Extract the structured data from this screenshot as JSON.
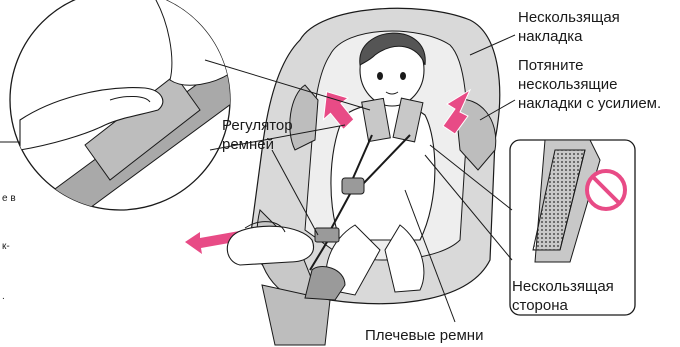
{
  "labels": {
    "nonslip_pad": [
      "Нескользящая",
      "накладка"
    ],
    "pull_pads": [
      "Потяните",
      "нескользящие",
      "накладки с усилием."
    ],
    "belt_adjuster": [
      "Регулятор",
      "ремней"
    ],
    "nonslip_side": [
      "Нескользящая",
      "сторона"
    ],
    "shoulder_belts": "Плечевые ремни"
  },
  "edge_fragments": [
    "е в",
    "к-",
    "."
  ],
  "colors": {
    "arrow": "#e84b86",
    "prohibit": "#e84b86",
    "line": "#1a1a1a",
    "seat_shade": "#cfcfcf",
    "belt_shade": "#9a9a9a"
  }
}
